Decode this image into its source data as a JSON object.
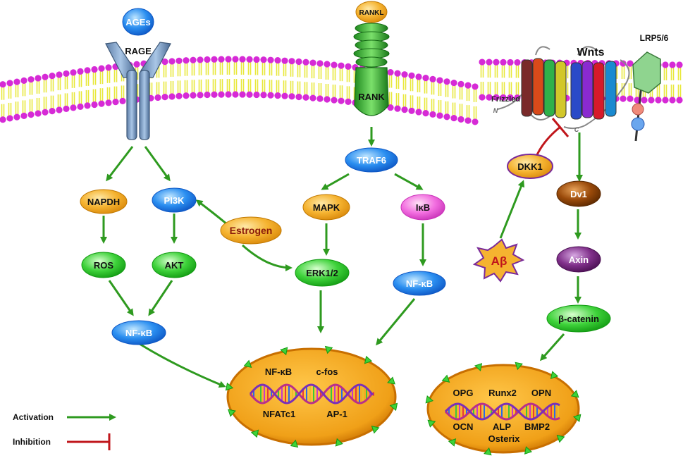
{
  "membrane": {
    "receptor_rage": "RAGE",
    "ligand_ages": "AGEs",
    "ligand_rankl": "RANKL",
    "receptor_rank": "RANK",
    "ligand_wnts": "Wnts",
    "coreceptor_lrp": "LRP5/6",
    "receptor_frizzled": "Frizzled",
    "frizzled_n": "N",
    "frizzled_c": "C"
  },
  "nodes": {
    "napdh": "NAPDH",
    "pi3k": "PI3K",
    "estrogen": "Estrogen",
    "ros": "ROS",
    "akt": "AKT",
    "nfkb_left": "NF-κB",
    "traf6": "TRAF6",
    "mapk": "MAPK",
    "ikb": "IκB",
    "erk": "ERK1/2",
    "nfkb_mid": "NF-κB",
    "dkk1": "DKK1",
    "abeta": "Aβ",
    "dv1": "Dv1",
    "axin": "Axin",
    "bcatenin": "β-catenin"
  },
  "nucleus_left": {
    "genes": [
      "NF-κB",
      "c-fos",
      "NFATc1",
      "AP-1"
    ]
  },
  "nucleus_right": {
    "genes": [
      "OPG",
      "Runx2",
      "OPN",
      "OCN",
      "ALP",
      "BMP2",
      "Osterix"
    ]
  },
  "legend": {
    "activation": "Activation",
    "inhibition": "Inhibition"
  },
  "colors": {
    "activation": "#2e9a1f",
    "inhibition": "#c0161b",
    "lipid_head": "#d62ad6",
    "lipid_tail": "#e8e83a",
    "nucleus": "#f0a018",
    "nucleus_rim": "#c86f00"
  }
}
